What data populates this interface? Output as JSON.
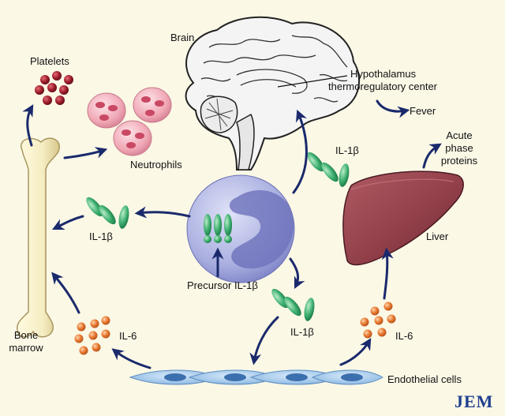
{
  "labels": {
    "platelets": "Platelets",
    "brain": "Brain",
    "hypothalamus_line1": "Hypothalamus",
    "hypothalamus_line2": "thermoregulatory center",
    "fever": "Fever",
    "neutrophils": "Neutrophils",
    "il1b_top": "IL-1β",
    "acute_line1": "Acute",
    "acute_line2": "phase",
    "acute_line3": "proteins",
    "il1b_left": "IL-1β",
    "liver": "Liver",
    "precursor": "Precursor IL-1β",
    "il1b_bottom": "IL-1β",
    "bone_line1": "Bone",
    "bone_line2": "marrow",
    "il6_left": "IL-6",
    "il6_right": "IL-6",
    "endothelial": "Endothelial cells",
    "journal_logo": "JEM"
  },
  "colors": {
    "background": "#fbf8e6",
    "arrow": "#1a2a6c",
    "il1b_green": "#3cae6e",
    "il6_orange": "#e8782f",
    "platelet_red": "#9b1c2a",
    "neutrophil_pink": "#f0a6b4",
    "liver": "#8e3d47",
    "bone": "#f5edc4",
    "cell_blue": "#9aa0d8",
    "endothelial_blue": "#9cc3e8"
  }
}
